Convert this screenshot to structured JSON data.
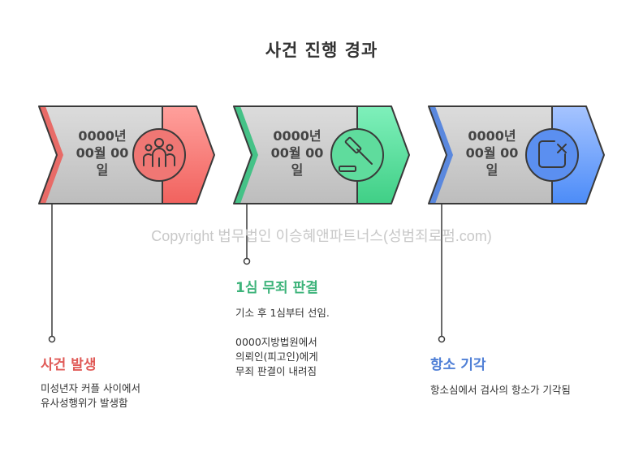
{
  "title": "사건 진행 경과",
  "watermark": "Copyright 법무법인 이승혜앤파트너스(성범죄로펌.com)",
  "steps": [
    {
      "date": "0000년\n00월 00\n일",
      "heading": "사건 발생",
      "description": "미성년자 커플 사이에서\n유사성행위가 발생함",
      "icon": "people-icon",
      "color": "#e05a57"
    },
    {
      "date": "0000년\n00월 00\n일",
      "heading": "1심 무죄 판결",
      "description": "기소 후 1심부터 선임.\n\n0000지방법원에서\n의뢰인(피고인)에게\n무죄 판결이 내려짐",
      "icon": "gavel-icon",
      "color": "#3db37a"
    },
    {
      "date": "0000년\n00월 00\n일",
      "heading": "항소 기각",
      "description": "항소심에서 검사의 항소가 기각됨",
      "icon": "dismiss-icon",
      "color": "#4f7fd6"
    }
  ]
}
